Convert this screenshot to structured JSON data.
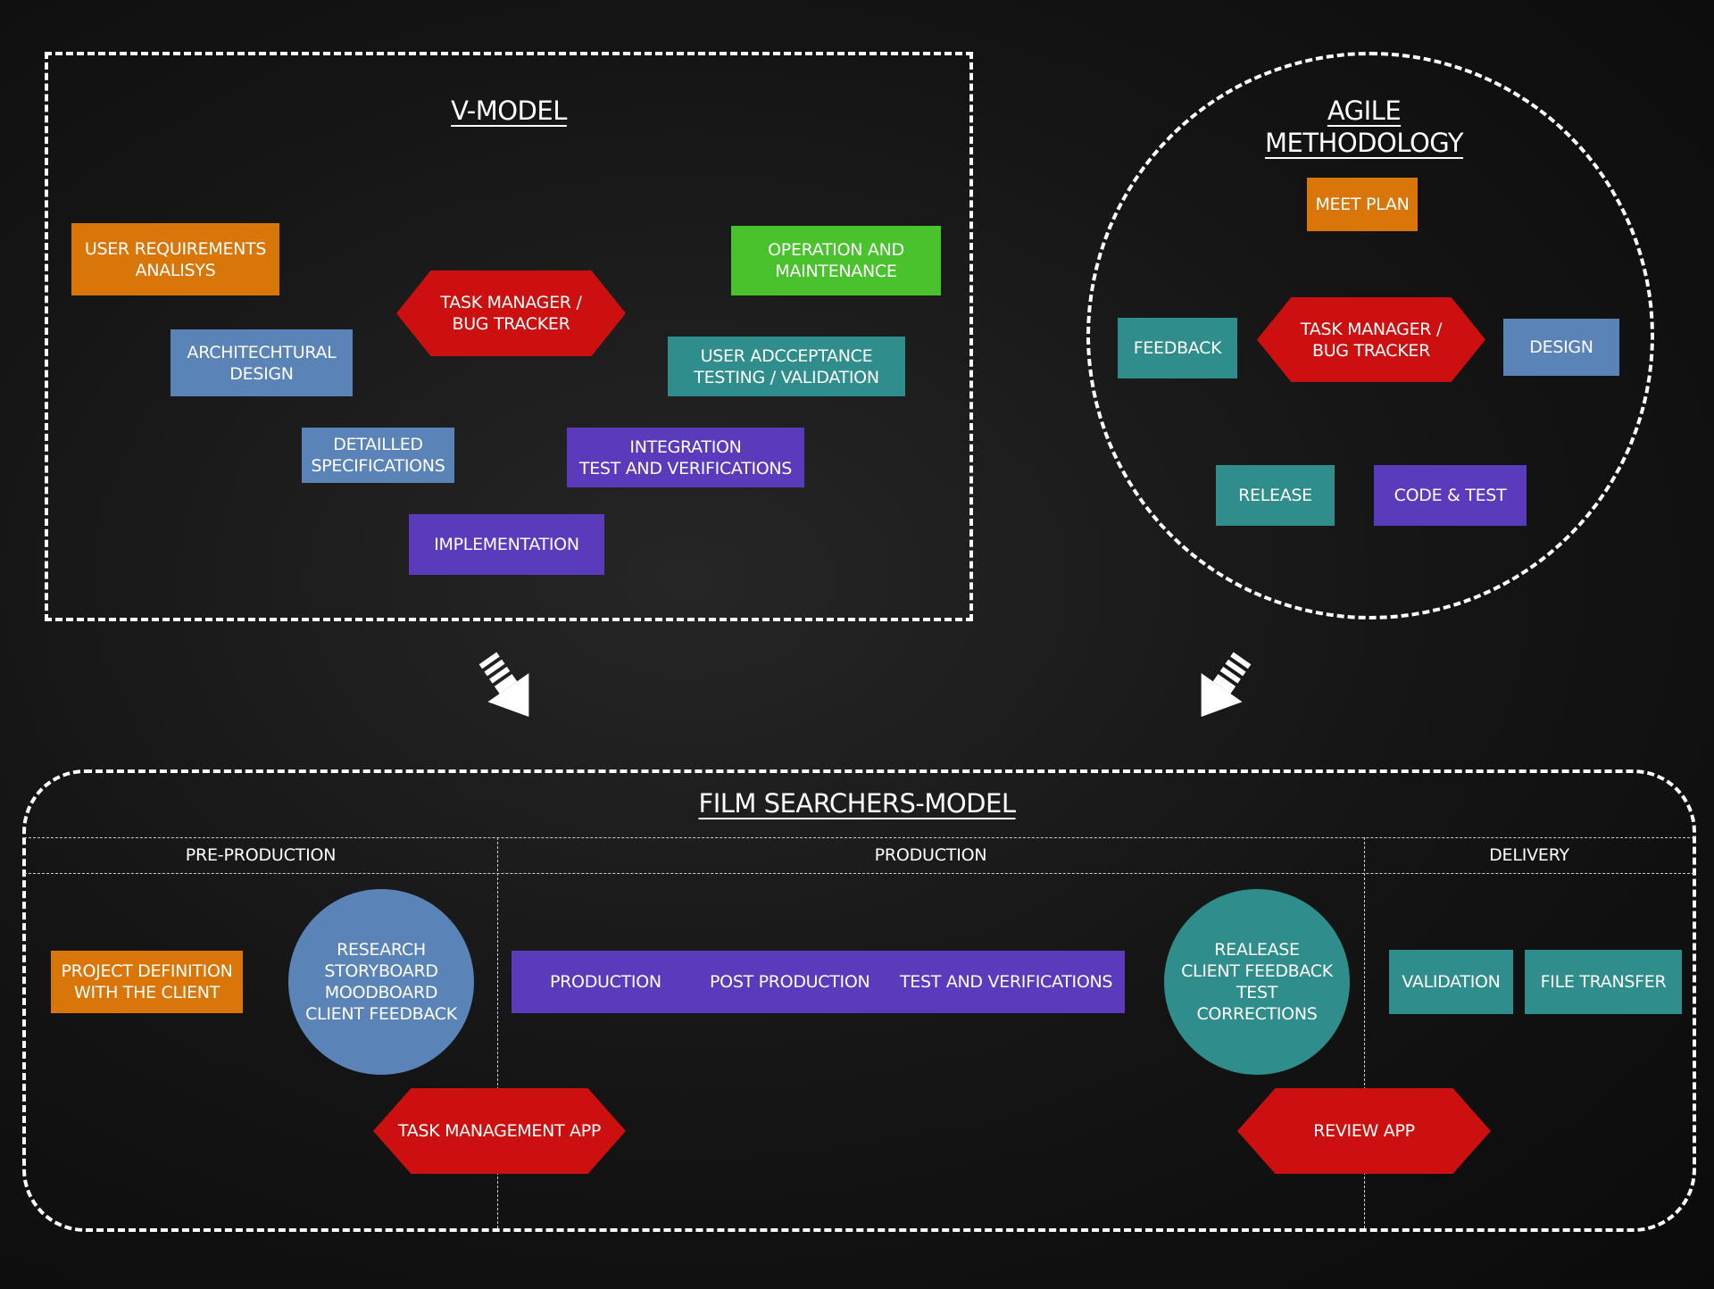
{
  "colors": {
    "orange": "#d9760a",
    "green": "#49c22e",
    "steel_blue": "#5a83b8",
    "teal": "#2f8e8b",
    "purple": "#5a3bbb",
    "red": "#cc1010",
    "background": "#161616"
  },
  "v_model": {
    "title": "V-MODEL",
    "user_requirements": "USER REQUIREMENTS\nANALISYS",
    "architectural_design": "ARCHITECHTURAL\nDESIGN",
    "detailed_specifications": "DETAILLED\nSPECIFICATIONS",
    "implementation": "IMPLEMENTATION",
    "integration_test": "INTEGRATION\nTEST AND VERIFICATIONS",
    "user_acceptance": "USER ADCCEPTANCE\nTESTING / VALIDATION",
    "operation_maintenance": "OPERATION AND\nMAINTENANCE",
    "task_manager": "TASK MANAGER /\nBUG TRACKER"
  },
  "agile": {
    "title": "AGILE\nMETHODOLOGY",
    "meet_plan": "MEET PLAN",
    "feedback": "FEEDBACK",
    "task_manager": "TASK MANAGER /\nBUG TRACKER",
    "design": "DESIGN",
    "release": "RELEASE",
    "code_test": "CODE & TEST"
  },
  "film_model": {
    "title": "FILM SEARCHERS-MODEL",
    "columns": {
      "pre_production": "PRE-PRODUCTION",
      "production": "PRODUCTION",
      "delivery": "DELIVERY"
    },
    "project_definition": "PROJECT DEFINITION\nWITH THE CLIENT",
    "research_circle": "RESEARCH\nSTORYBOARD\nMOODBOARD\nCLIENT FEEDBACK",
    "strip": {
      "production": "PRODUCTION",
      "post_production": "POST PRODUCTION",
      "test_verifications": "TEST AND VERIFICATIONS"
    },
    "release_circle": "REALEASE\nCLIENT FEEDBACK\nTEST\nCORRECTIONS",
    "validation": "VALIDATION",
    "file_transfer": "FILE TRANSFER",
    "task_management_app": "TASK MANAGEMENT  APP",
    "review_app": "REVIEW APP"
  },
  "icons": [
    "arrow-down-right-icon",
    "arrow-down-left-icon"
  ]
}
